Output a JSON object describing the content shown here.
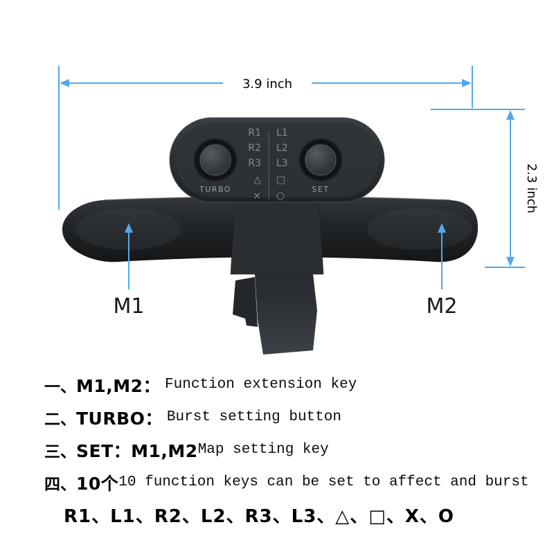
{
  "figure": {
    "dimensions": {
      "width_label": "3.9 inch",
      "height_label": "2.3 inch"
    },
    "paddles": {
      "left_label": "M1",
      "right_label": "M2"
    },
    "module": {
      "turbo_label": "TURBO",
      "set_label": "SET",
      "grid_left": [
        "R1",
        "R2",
        "R3",
        "△",
        "×"
      ],
      "grid_right": [
        "L1",
        "L2",
        "L3",
        "□",
        "○"
      ]
    },
    "colors": {
      "accent_blue": "#54a8ea",
      "device_dark": "#202428"
    }
  },
  "description": {
    "items": [
      {
        "prefix": "一、",
        "bold": "M1,M2：",
        "text": "Function extension key"
      },
      {
        "prefix": "二、",
        "bold": "TURBO：",
        "text": "Burst setting button"
      },
      {
        "prefix": "三、",
        "bold": "SET：M1,M2",
        "text": "Map setting key"
      },
      {
        "prefix": "四、",
        "bold": "10个",
        "text": "10 function keys can be set to affect and burst"
      }
    ],
    "keys_line": "R1、L1、R2、L2、R3、L3、△、□、X、O"
  }
}
